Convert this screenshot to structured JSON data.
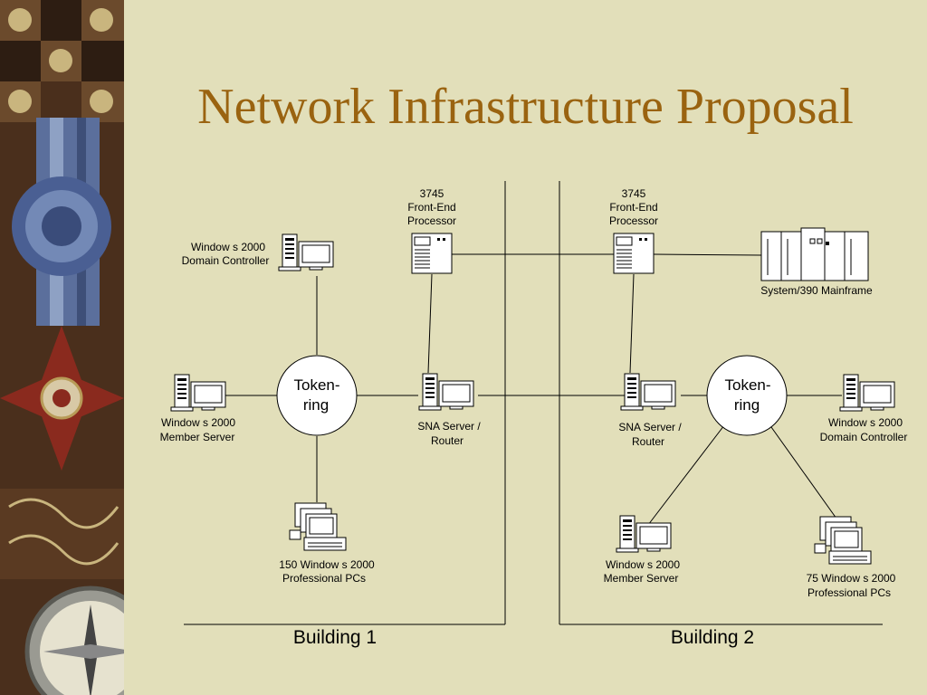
{
  "title": "Network Infrastructure Proposal",
  "colors": {
    "background": "#e2dfba",
    "title": "#9a6310"
  },
  "sidebar": {
    "icons": [
      "medal-icon",
      "ribbon-icon",
      "compass-icon"
    ]
  },
  "buildings": [
    {
      "label": "Building 1",
      "ring_label": [
        "Token-",
        "ring"
      ],
      "nodes": {
        "domain_controller": [
          "Window s 2000",
          "Domain Controller"
        ],
        "front_end_processor": [
          "3745",
          "Front-End",
          "Processor"
        ],
        "member_server": [
          "Window s 2000",
          "Member Server"
        ],
        "sna_router": [
          "SNA Server /",
          "Router"
        ],
        "pcs": [
          "150 Window s 2000",
          "Professional PCs"
        ]
      }
    },
    {
      "label": "Building 2",
      "ring_label": [
        "Token-",
        "ring"
      ],
      "nodes": {
        "front_end_processor": [
          "3745",
          "Front-End",
          "Processor"
        ],
        "mainframe": [
          "System/390 Mainframe"
        ],
        "sna_router": [
          "SNA Server /",
          "Router"
        ],
        "domain_controller": [
          "Window s 2000",
          "Domain Controller"
        ],
        "member_server": [
          "Window s 2000",
          "Member Server"
        ],
        "pcs": [
          "75 Window s 2000",
          "Professional PCs"
        ]
      }
    }
  ]
}
